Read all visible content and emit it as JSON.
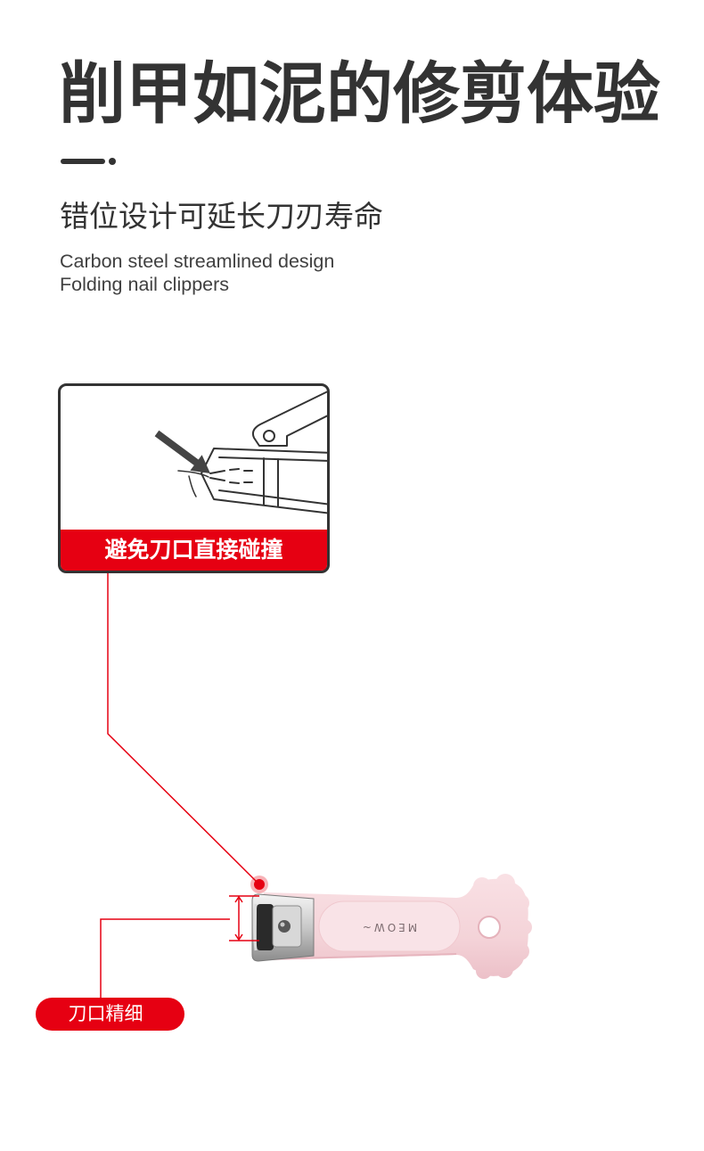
{
  "header": {
    "title": "削甲如泥的修剪体验",
    "subtitle": "错位设计可延长刀刃寿命",
    "english_lines": [
      "Carbon steel streamlined design",
      "Folding nail clippers"
    ]
  },
  "callout": {
    "label": "避免刀口直接碰撞"
  },
  "product": {
    "imprint": "MEOW~",
    "detail_label": "刀口精细"
  },
  "icons": {
    "callout_arrow": "arrow-down-right-icon"
  },
  "colors": {
    "accent": "#e60012",
    "text": "#333333"
  }
}
